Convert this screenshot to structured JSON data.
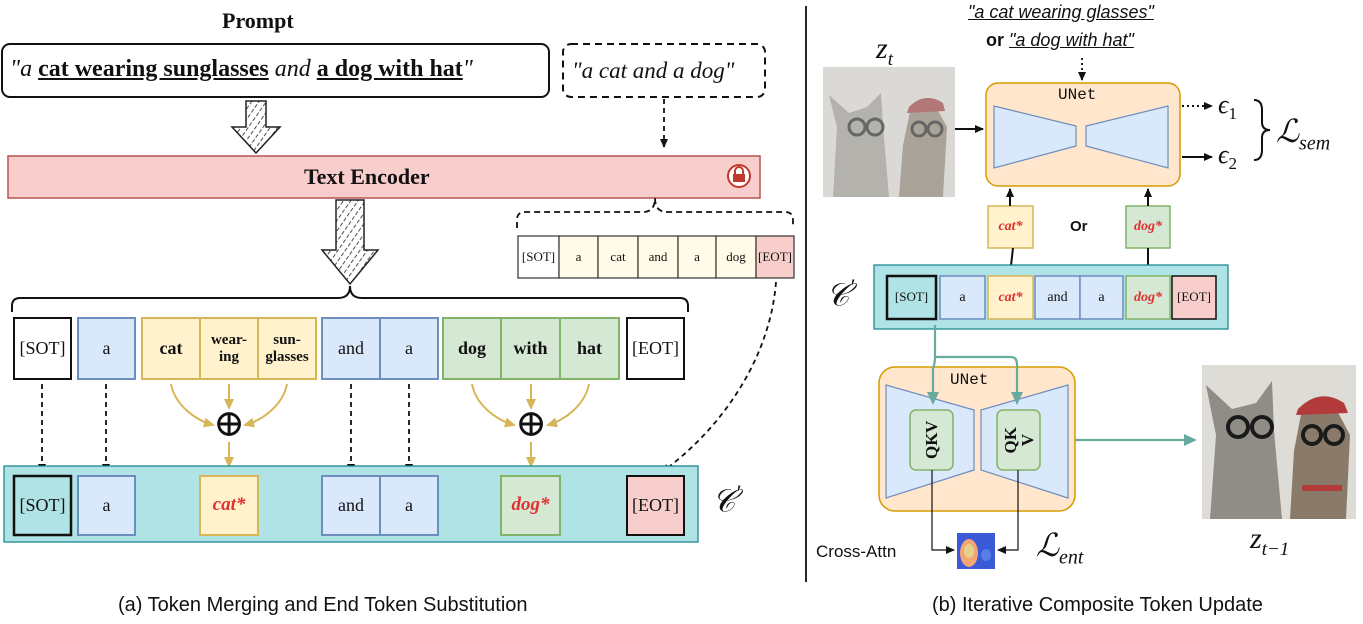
{
  "a": {
    "prompt_heading": "Prompt",
    "prompt_open": "\"a ",
    "prompt_cat": "cat wearing sunglasses",
    "prompt_and": " and ",
    "prompt_dog": "a dog with hat",
    "prompt_close": "\"",
    "simple_prompt": "\"a cat and a dog\"",
    "text_encoder": "Text Encoder",
    "encoded_tokens": [
      "[SOT]",
      "a",
      "cat",
      "and",
      "a",
      "dog",
      "[EOT]"
    ],
    "tokens": {
      "sot": "[SOT]",
      "a1": "a",
      "cat": "cat",
      "wear1": "wear-",
      "wear2": "ing",
      "sun1": "sun-",
      "sun2": "glasses",
      "and": "and",
      "a2": "a",
      "dog": "dog",
      "with": "with",
      "hat": "hat",
      "eot": "[EOT]"
    },
    "merge_symbol": "⊕",
    "result_tokens": {
      "sot": "[SOT]",
      "a1": "a",
      "cat": "cat*",
      "and": "and",
      "a2": "a",
      "dog": "dog*",
      "eot": "[EOT]"
    },
    "c_label": "𝒞",
    "c_prime": "′",
    "caption": "(a) Token Merging and End Token Substitution"
  },
  "b": {
    "prompt1": "\"a cat wearing glasses\"",
    "or_text": "or ",
    "prompt2": "\"a dog with hat\"",
    "z_t": "z",
    "z_t_sub": "t",
    "unet_top": "UNet",
    "eps1": "ϵ",
    "eps1_sub": "1",
    "eps2": "ϵ",
    "eps2_sub": "2",
    "l_sem": "ℒ",
    "l_sem_sub": "sem",
    "cat_star": "cat*",
    "or_mid": "Or",
    "dog_star": "dog*",
    "c_label": "𝒞",
    "c_prime": "′",
    "bar_tokens": [
      "[SOT]",
      "a",
      "cat*",
      "and",
      "a",
      "dog*",
      "[EOT]"
    ],
    "unet_bottom": "UNet",
    "qk": "QK",
    "v": "V",
    "cross_attn": "Cross-Attn",
    "l_ent": "ℒ",
    "l_ent_sub": "ent",
    "z_t1": "z",
    "z_t1_sub": "t−1",
    "caption": "(b) Iterative Composite Token Update"
  },
  "colors": {
    "blue_fill": "#dae8fc",
    "blue_stroke": "#6c8ebf",
    "yellow_fill": "#fff2cc",
    "yellow_stroke": "#d6b656",
    "green_fill": "#d5e8d4",
    "green_stroke": "#82b366",
    "pink_fill": "#f8cecc",
    "pink_stroke": "#b85450",
    "teal_fill": "#b0e3e6",
    "teal_stroke": "#0e8088",
    "orange_fill": "#ffe6cc",
    "orange_stroke": "#d79b00",
    "arrow_gold": "#d6b656",
    "arrow_teal": "#67ab9f",
    "highlight_red": "#e03030"
  }
}
